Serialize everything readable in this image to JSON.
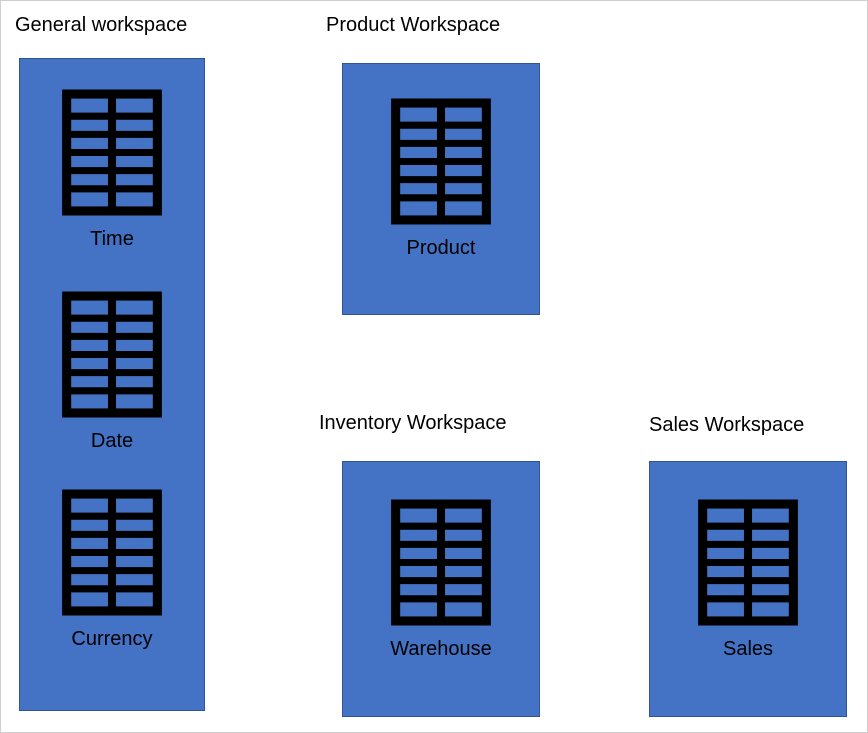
{
  "diagram": {
    "workspace_fill": "#4472C4",
    "workspace_border": "#2F5597",
    "text_color": "#000000",
    "table_icon": "table-grid-icon",
    "workspaces": [
      {
        "title": "General workspace",
        "tables": [
          {
            "label": "Time"
          },
          {
            "label": "Date"
          },
          {
            "label": "Currency"
          }
        ]
      },
      {
        "title": "Product Workspace",
        "tables": [
          {
            "label": "Product"
          }
        ]
      },
      {
        "title": "Inventory Workspace",
        "tables": [
          {
            "label": "Warehouse"
          }
        ]
      },
      {
        "title": "Sales Workspace",
        "tables": [
          {
            "label": "Sales"
          }
        ]
      }
    ]
  }
}
